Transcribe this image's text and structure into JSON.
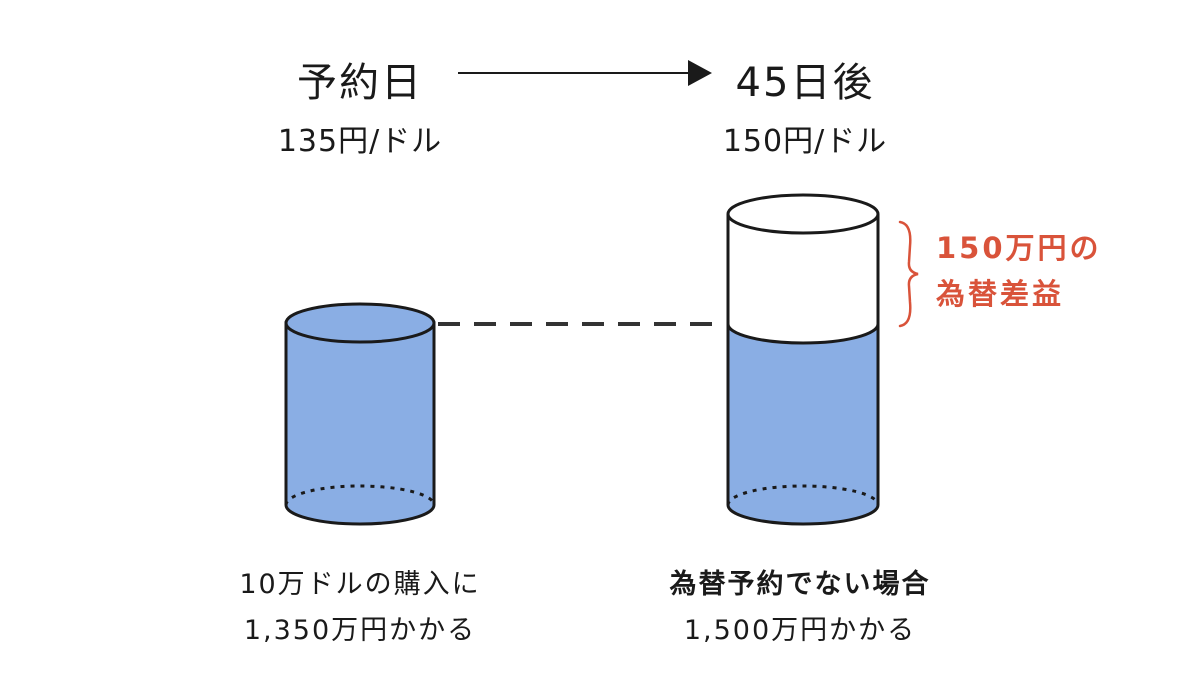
{
  "header": {
    "start_label": "予約日",
    "end_label": "45日後"
  },
  "rates": {
    "start_rate": "135円/ドル",
    "end_rate": "150円/ドル"
  },
  "left_caption": {
    "line1": "10万ドルの購入に",
    "line2": "1,350万円かかる"
  },
  "right_caption": {
    "line1": "為替予約でない場合",
    "line2": "1,500万円かかる"
  },
  "gain_annotation": {
    "line1": "150万円の",
    "line2": "為替差益"
  },
  "colors": {
    "liquid": "#8aaee4",
    "outline": "#1a1a1a",
    "accent": "#d9533a"
  }
}
